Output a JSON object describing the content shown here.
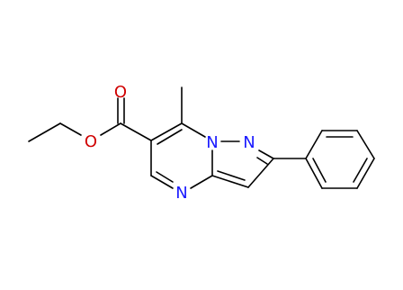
{
  "diagram": {
    "atoms": [
      {
        "id": "O_carbonyl",
        "symbol": "O",
        "color": "#d00000"
      },
      {
        "id": "O_ester",
        "symbol": "O",
        "color": "#d00000"
      },
      {
        "id": "N_bridge",
        "symbol": "N",
        "color": "#1a1aff"
      },
      {
        "id": "N_pyrazole",
        "symbol": "N",
        "color": "#1a1aff"
      },
      {
        "id": "N_pyrimidine",
        "symbol": "N",
        "color": "#1a1aff"
      }
    ],
    "bond_color": "#000000"
  }
}
